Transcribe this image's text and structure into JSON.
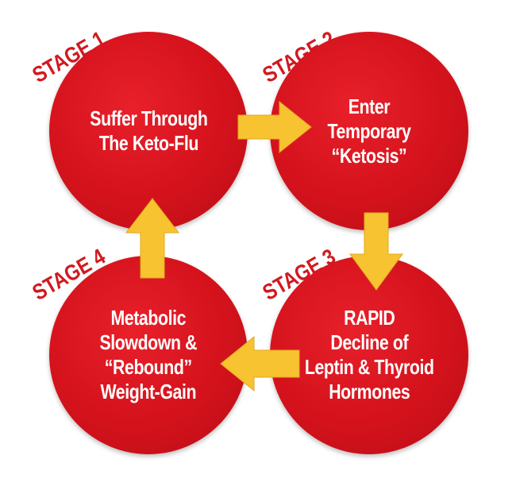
{
  "stages": [
    {
      "label": "STAGE 1",
      "lines": [
        "Suffer Through",
        "The Keto-Flu"
      ]
    },
    {
      "label": "STAGE 2",
      "lines": [
        "Enter",
        "Temporary",
        "“Ketosis”"
      ]
    },
    {
      "label": "STAGE 3",
      "lines": [
        "RAPID",
        "Decline of",
        "Leptin & Thyroid",
        "Hormones"
      ]
    },
    {
      "label": "STAGE 4",
      "lines": [
        "Metabolic",
        "Slowdown &",
        "“Rebound”",
        "Weight-Gain"
      ]
    }
  ],
  "colors": {
    "circle": "#d4121c",
    "stage_label": "#d11920",
    "arrow": "#f8c331",
    "text": "#ffffff"
  },
  "arrows": [
    "arrow-right-icon",
    "arrow-down-icon",
    "arrow-left-icon",
    "arrow-up-icon"
  ]
}
